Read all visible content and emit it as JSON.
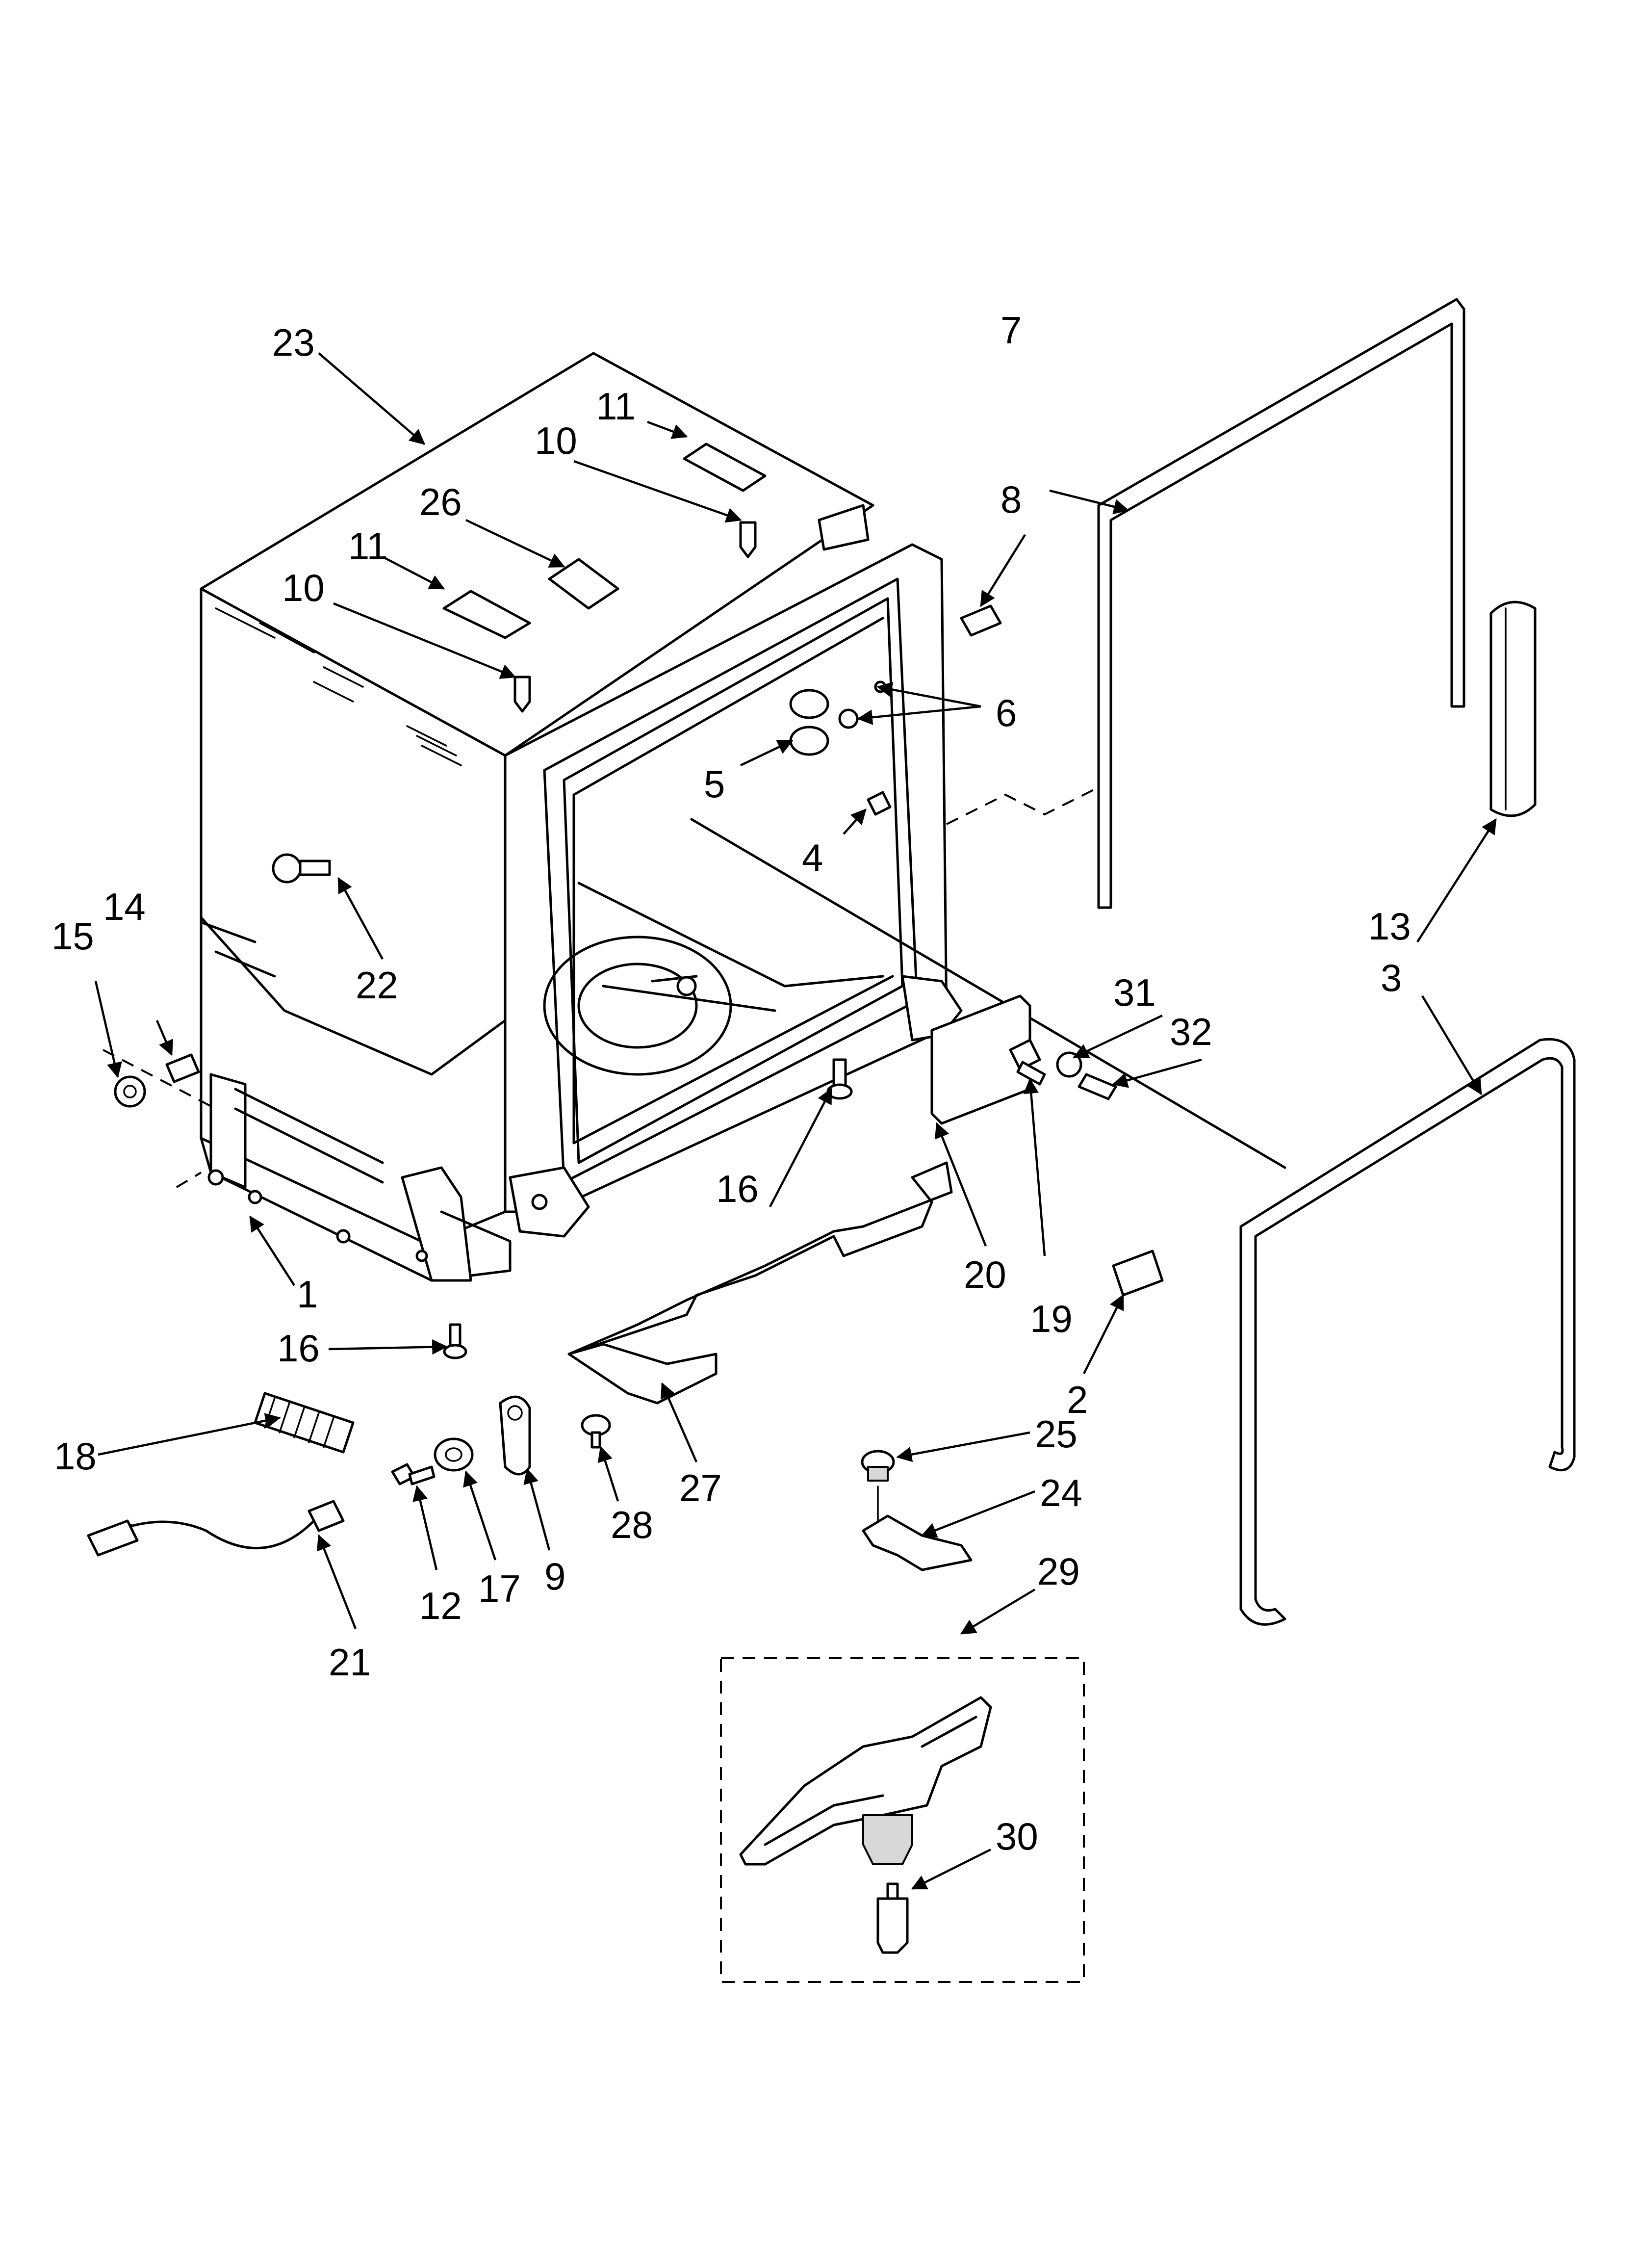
{
  "callouts": [
    {
      "id": "1",
      "label": "1"
    },
    {
      "id": "2",
      "label": "2"
    },
    {
      "id": "3",
      "label": "3"
    },
    {
      "id": "4",
      "label": "4"
    },
    {
      "id": "5",
      "label": "5"
    },
    {
      "id": "6",
      "label": "6"
    },
    {
      "id": "7",
      "label": "7"
    },
    {
      "id": "8",
      "label": "8"
    },
    {
      "id": "9",
      "label": "9"
    },
    {
      "id": "10a",
      "label": "10"
    },
    {
      "id": "10b",
      "label": "10"
    },
    {
      "id": "11a",
      "label": "11"
    },
    {
      "id": "11b",
      "label": "11"
    },
    {
      "id": "12",
      "label": "12"
    },
    {
      "id": "13",
      "label": "13"
    },
    {
      "id": "14",
      "label": "14"
    },
    {
      "id": "15",
      "label": "15"
    },
    {
      "id": "16a",
      "label": "16"
    },
    {
      "id": "16b",
      "label": "16"
    },
    {
      "id": "17",
      "label": "17"
    },
    {
      "id": "18",
      "label": "18"
    },
    {
      "id": "19",
      "label": "19"
    },
    {
      "id": "20",
      "label": "20"
    },
    {
      "id": "21",
      "label": "21"
    },
    {
      "id": "22",
      "label": "22"
    },
    {
      "id": "23",
      "label": "23"
    },
    {
      "id": "24",
      "label": "24"
    },
    {
      "id": "25",
      "label": "25"
    },
    {
      "id": "26",
      "label": "26"
    },
    {
      "id": "27",
      "label": "27"
    },
    {
      "id": "28",
      "label": "28"
    },
    {
      "id": "29",
      "label": "29"
    },
    {
      "id": "30",
      "label": "30"
    },
    {
      "id": "31",
      "label": "31"
    },
    {
      "id": "32",
      "label": "32"
    }
  ]
}
